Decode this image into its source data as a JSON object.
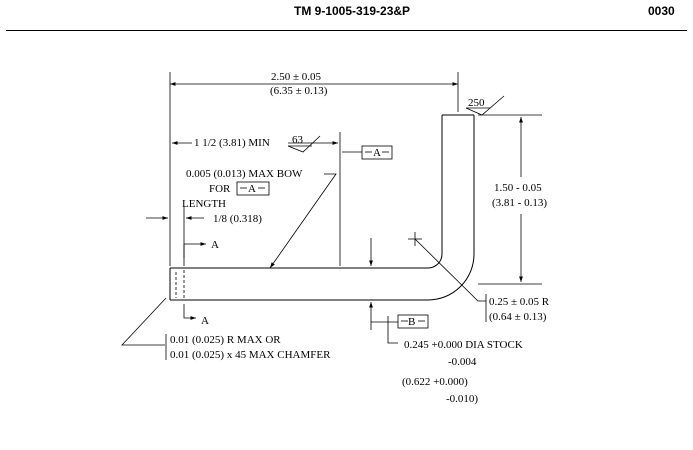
{
  "header": {
    "title": "TM 9-1005-319-23&P",
    "page_number": "0030"
  },
  "diagram": {
    "overall_length": "2.50 ± 0.05",
    "overall_length_metric": "(6.35 ± 0.13)",
    "finish_top": "250",
    "height": "1.50 - 0.05",
    "height_metric": "(3.81 - 0.13)",
    "min_length": "1 1/2 (3.81) MIN",
    "finish_side": "63",
    "datum_a": "A",
    "datum_b": "B",
    "max_bow": "0.005 (0.013) MAX BOW",
    "for_label": "FOR",
    "length_label": "LENGTH",
    "eighth": "1/8 (0.318)",
    "section_a_top": "A",
    "section_a_bottom": "A",
    "radius": "0.25 ± 0.05 R",
    "radius_metric": "(0.64 ± 0.13)",
    "stock_dia": "0.245 +0.000 DIA STOCK",
    "stock_dia_tol": "-0.004",
    "stock_metric": "(0.622 +0.000)",
    "stock_metric_tol": "-0.010)",
    "edge_radius": "0.01 (0.025) R MAX OR",
    "chamfer": "0.01 (0.025) x 45 MAX CHAMFER"
  }
}
